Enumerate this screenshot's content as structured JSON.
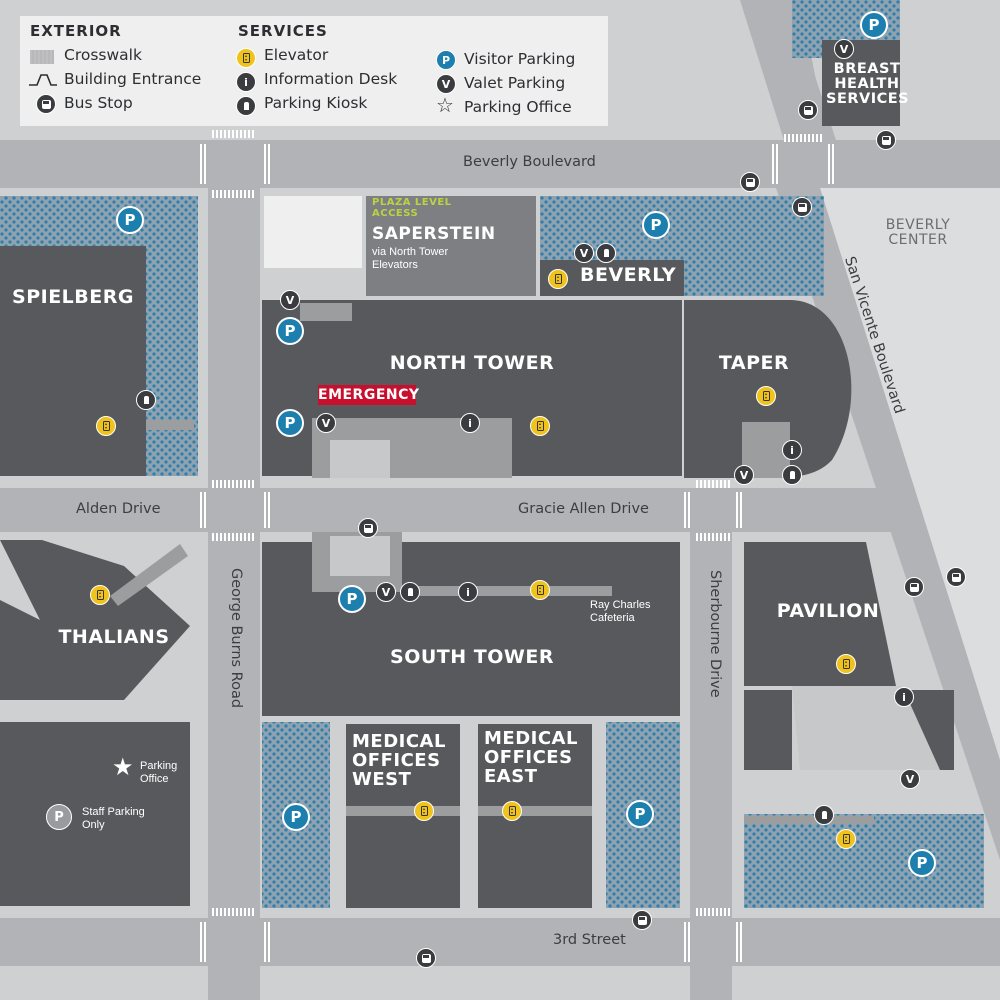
{
  "legend": {
    "exterior_heading": "EXTERIOR",
    "services_heading": "SERVICES",
    "exterior_items": [
      {
        "label": "Crosswalk",
        "icon": "crosswalk-icon"
      },
      {
        "label": "Building Entrance",
        "icon": "building-entrance-icon"
      },
      {
        "label": "Bus Stop",
        "icon": "bus-stop-icon"
      }
    ],
    "services_items": [
      {
        "label": "Elevator",
        "icon": "elevator-icon"
      },
      {
        "label": "Information Desk",
        "icon": "information-desk-icon"
      },
      {
        "label": "Parking Kiosk",
        "icon": "parking-kiosk-icon"
      },
      {
        "label": "Visitor Parking",
        "icon": "visitor-parking-icon"
      },
      {
        "label": "Valet Parking",
        "icon": "valet-parking-icon"
      },
      {
        "label": "Parking Office",
        "icon": "parking-office-star-icon"
      }
    ]
  },
  "streets": {
    "beverly_blvd": "Beverly Boulevard",
    "alden": "Alden Drive",
    "gracie": "Gracie Allen Drive",
    "third": "3rd Street",
    "george_burns": "George Burns Road",
    "sherbourne": "Sherbourne Drive",
    "san_vicente": "San Vicente Boulevard"
  },
  "buildings": {
    "spielberg": "SPIELBERG",
    "saperstein": "SAPERSTEIN",
    "saperstein_access": "PLAZA LEVEL ACCESS",
    "saperstein_via": "via North Tower Elevators",
    "beverly": "BEVERLY",
    "north_tower": "NORTH TOWER",
    "emergency": "EMERGENCY",
    "taper": "TAPER",
    "beverly_center": "BEVERLY CENTER",
    "breast_health": "BREAST HEALTH SERVICES",
    "thalians": "THALIANS",
    "south_tower": "SOUTH TOWER",
    "cafeteria": "Ray Charles Cafeteria",
    "pavilion": "PAVILION",
    "mow": "MEDICAL OFFICES WEST",
    "moe": "MEDICAL OFFICES EAST",
    "parking_office": "Parking Office",
    "staff_parking": "Staff Parking Only"
  },
  "symbols": {
    "parking": "P",
    "valet": "V",
    "info": "i"
  },
  "colors": {
    "building": "#58595c",
    "parking_lot": "#8fa2b2",
    "parking_dots": "#2f7fa6",
    "visitor_parking": "#1c7fae",
    "elevator": "#f0c21c",
    "emergency": "#c8102e",
    "street": "#b2b3b6",
    "block": "#cfd0d2"
  }
}
